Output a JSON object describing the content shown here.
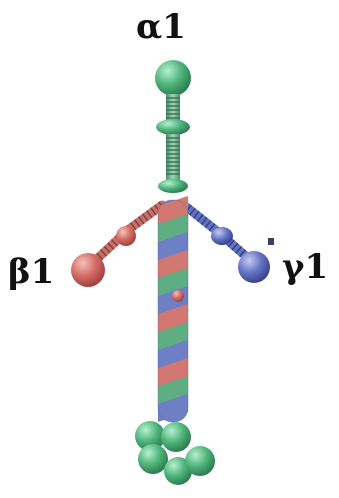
{
  "labels": {
    "alpha": "α1",
    "beta": "β1",
    "gamma": "γ1"
  },
  "colors": {
    "alpha_chain": "#5fae83",
    "beta_chain": "#c46a67",
    "gamma_chain": "#5b68b3"
  }
}
